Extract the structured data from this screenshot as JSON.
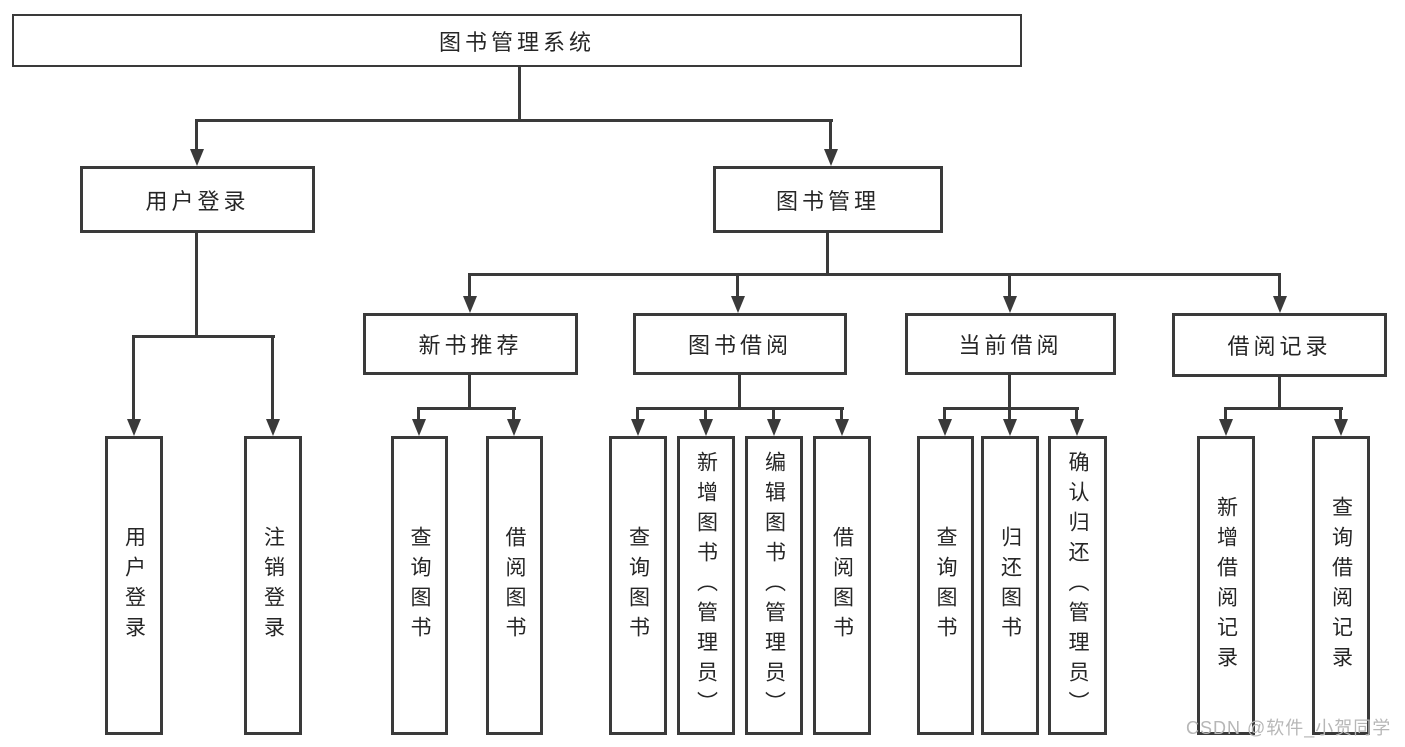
{
  "tree": {
    "root": {
      "label": "图书管理系统"
    },
    "user_login": {
      "label": "用户登录",
      "children": [
        {
          "label": "用户登录"
        },
        {
          "label": "注销登录"
        }
      ]
    },
    "book_management": {
      "label": "图书管理",
      "sections": [
        {
          "label": "新书推荐",
          "children": [
            {
              "label": "查询图书"
            },
            {
              "label": "借阅图书"
            }
          ]
        },
        {
          "label": "图书借阅",
          "children": [
            {
              "label": "查询图书"
            },
            {
              "label": "新增图书（管理员）"
            },
            {
              "label": "编辑图书（管理员）"
            },
            {
              "label": "借阅图书"
            }
          ]
        },
        {
          "label": "当前借阅",
          "children": [
            {
              "label": "查询图书"
            },
            {
              "label": "归还图书"
            },
            {
              "label": "确认归还（管理员）"
            }
          ]
        },
        {
          "label": "借阅记录",
          "children": [
            {
              "label": "新增借阅记录"
            },
            {
              "label": "查询借阅记录"
            }
          ]
        }
      ]
    }
  },
  "watermark": "CSDN @软件_小贺同学",
  "colors": {
    "background": "#ffffff",
    "box_fill": "#ffffff",
    "box_border": "#3a3a3a",
    "line": "#3a3a3a",
    "text": "#262626",
    "watermark_text": "#b7b7b7"
  }
}
